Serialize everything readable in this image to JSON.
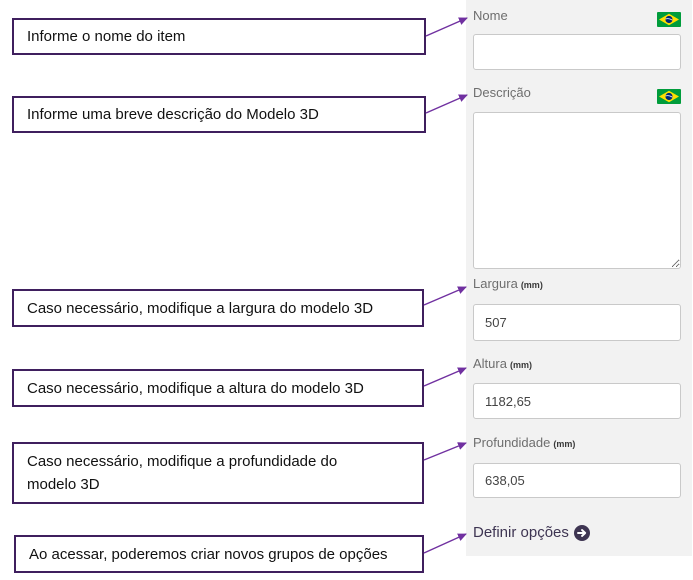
{
  "colors": {
    "arrow": "#7030a0",
    "callout_border": "#3f1f5e",
    "panel_bg": "#f2f2f2",
    "link": "#3e3552"
  },
  "callouts": [
    {
      "lines": [
        "Informe o nome do item"
      ]
    },
    {
      "lines": [
        "Informe uma breve descrição do Modelo 3D"
      ]
    },
    {
      "lines": [
        "Caso necessário, modifique a largura do modelo 3D"
      ]
    },
    {
      "lines": [
        "Caso necessário, modifique a altura do modelo 3D"
      ]
    },
    {
      "lines": [
        "Caso necessário, modifique a profundidade do",
        "modelo 3D"
      ]
    },
    {
      "lines": [
        "Ao acessar, poderemos criar novos grupos de opções"
      ]
    }
  ],
  "form": {
    "nome": {
      "label": "Nome",
      "language_icon": "brazil-flag-icon"
    },
    "descricao": {
      "label": "Descrição",
      "language_icon": "brazil-flag-icon"
    },
    "largura": {
      "label": "Largura",
      "unit": "(mm)",
      "value": "507"
    },
    "altura": {
      "label": "Altura",
      "unit": "(mm)",
      "value": "1182,65"
    },
    "profundidade": {
      "label": "Profundidade",
      "unit": "(mm)",
      "value": "638,05"
    },
    "definir_opcoes": {
      "label": "Definir opções",
      "icon": "arrow-circle-right-icon"
    }
  }
}
